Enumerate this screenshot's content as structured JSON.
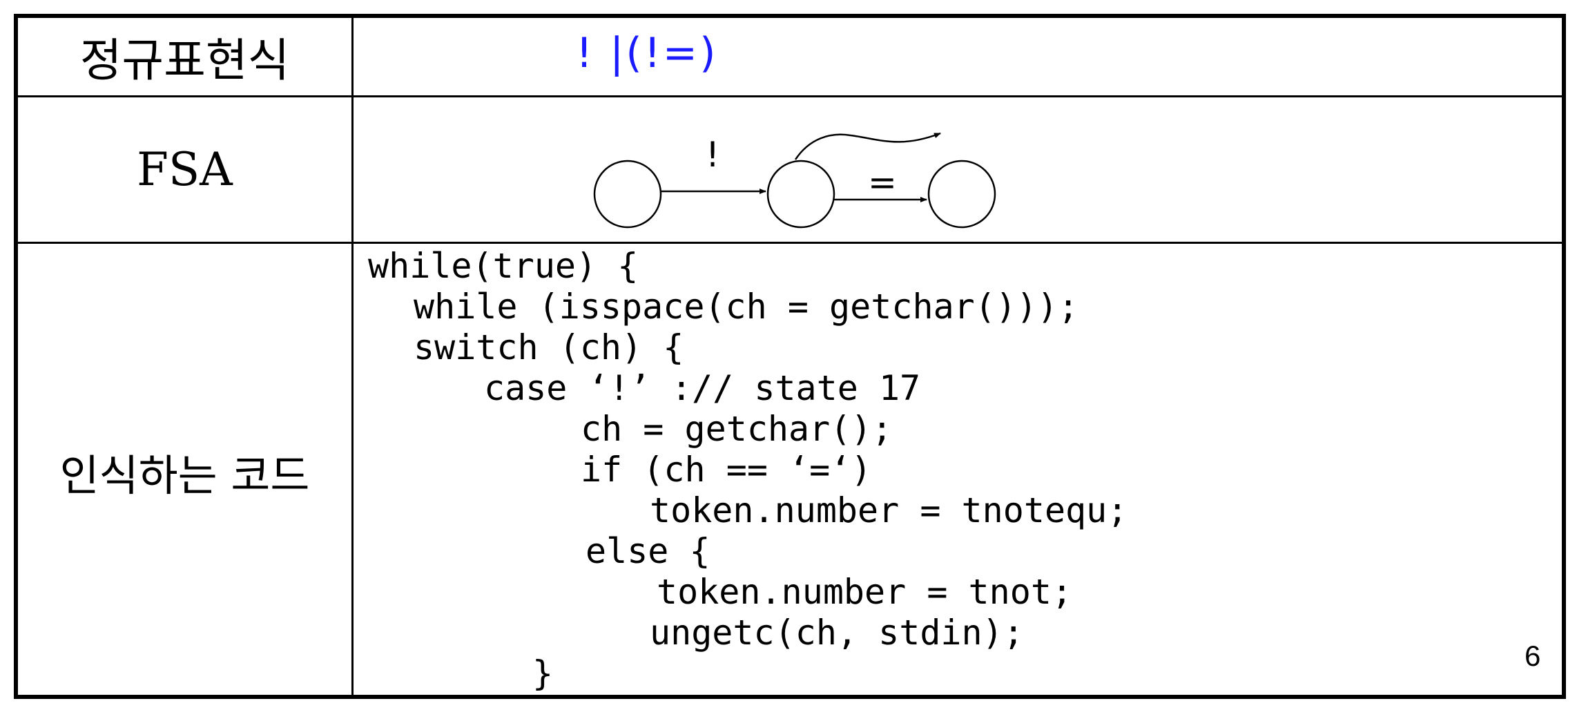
{
  "table": {
    "rows": [
      {
        "label": "정규표현식",
        "content": "! |(!=)"
      },
      {
        "label": "FSA"
      },
      {
        "label": "인식하는 코드"
      }
    ]
  },
  "fsa": {
    "transition_1": "!",
    "transition_2": "="
  },
  "code": [
    "while(true) {",
    "while (isspace(ch = getchar()));",
    "switch (ch) {",
    "case ‘!’ :// state 17",
    "ch = getchar();",
    "if (ch == ‘=‘)",
    "token.number = tnotequ;",
    "else {",
    "token.number = tnot;",
    "ungetc(ch, stdin);",
    "}"
  ],
  "page_number": "6",
  "colors": {
    "regex_text": "#1a1aff",
    "border": "#000000"
  }
}
